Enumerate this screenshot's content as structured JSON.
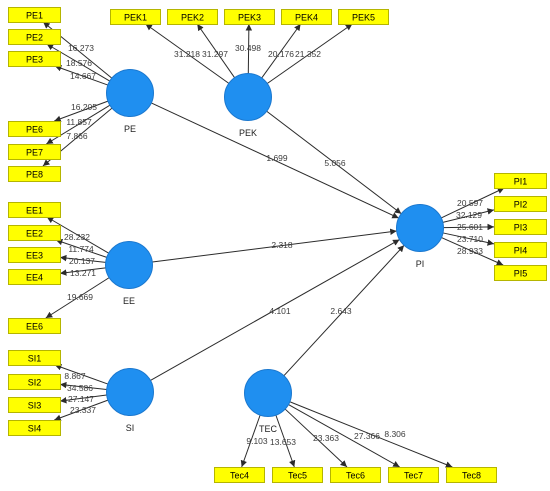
{
  "colors": {
    "construct_fill": "#1f8ff0",
    "construct_stroke": "#1b78cf",
    "indicator_fill": "#ffff00",
    "indicator_stroke": "#b5b500",
    "arrow": "#2b2b2b",
    "value_text": "#3c3c3c",
    "indicator_text": "#000000",
    "construct_text": "#222222"
  },
  "constructs": [
    {
      "label": "PE"
    },
    {
      "label": "PEK"
    },
    {
      "label": "EE"
    },
    {
      "label": "SI"
    },
    {
      "label": "TEC"
    },
    {
      "label": "PI"
    }
  ],
  "paths": [
    {
      "from": "PE",
      "to": "PI",
      "value": "1.699"
    },
    {
      "from": "PEK",
      "to": "PI",
      "value": "5.056"
    },
    {
      "from": "EE",
      "to": "PI",
      "value": "2.318"
    },
    {
      "from": "SI",
      "to": "PI",
      "value": "4.101"
    },
    {
      "from": "TEC",
      "to": "PI",
      "value": "2.643"
    }
  ],
  "indicators": [
    {
      "construct": "PE",
      "label": "PE1",
      "value": "16.273"
    },
    {
      "construct": "PE",
      "label": "PE2",
      "value": "18.576"
    },
    {
      "construct": "PE",
      "label": "PE3",
      "value": "14.667"
    },
    {
      "construct": "PE",
      "label": "PE6",
      "value": "16.205"
    },
    {
      "construct": "PE",
      "label": "PE7",
      "value": "11.857"
    },
    {
      "construct": "PE",
      "label": "PE8",
      "value": "7.866"
    },
    {
      "construct": "PEK",
      "label": "PEK1",
      "value": "31.218"
    },
    {
      "construct": "PEK",
      "label": "PEK2",
      "value": "31.297"
    },
    {
      "construct": "PEK",
      "label": "PEK3",
      "value": "30.498"
    },
    {
      "construct": "PEK",
      "label": "PEK4",
      "value": "20.176"
    },
    {
      "construct": "PEK",
      "label": "PEK5",
      "value": "21.352"
    },
    {
      "construct": "EE",
      "label": "EE1",
      "value": "28.232"
    },
    {
      "construct": "EE",
      "label": "EE2",
      "value": "11.774"
    },
    {
      "construct": "EE",
      "label": "EE3",
      "value": "20.137"
    },
    {
      "construct": "EE",
      "label": "EE4",
      "value": "13.271"
    },
    {
      "construct": "EE",
      "label": "EE6",
      "value": "19.669"
    },
    {
      "construct": "SI",
      "label": "SI1",
      "value": "8.867"
    },
    {
      "construct": "SI",
      "label": "SI2",
      "value": "34.586"
    },
    {
      "construct": "SI",
      "label": "SI3",
      "value": "27.147"
    },
    {
      "construct": "SI",
      "label": "SI4",
      "value": "23.337"
    },
    {
      "construct": "PI",
      "label": "PI1",
      "value": "20.597"
    },
    {
      "construct": "PI",
      "label": "PI2",
      "value": "32.129"
    },
    {
      "construct": "PI",
      "label": "PI3",
      "value": "25.601"
    },
    {
      "construct": "PI",
      "label": "PI4",
      "value": "23.710"
    },
    {
      "construct": "PI",
      "label": "PI5",
      "value": "28.933"
    },
    {
      "construct": "TEC",
      "label": "Tec4",
      "value": "9.103"
    },
    {
      "construct": "TEC",
      "label": "Tec5",
      "value": "13.653"
    },
    {
      "construct": "TEC",
      "label": "Tec6",
      "value": "23.363"
    },
    {
      "construct": "TEC",
      "label": "Tec7",
      "value": "27.366"
    },
    {
      "construct": "TEC",
      "label": "Tec8",
      "value": "8.306"
    }
  ]
}
